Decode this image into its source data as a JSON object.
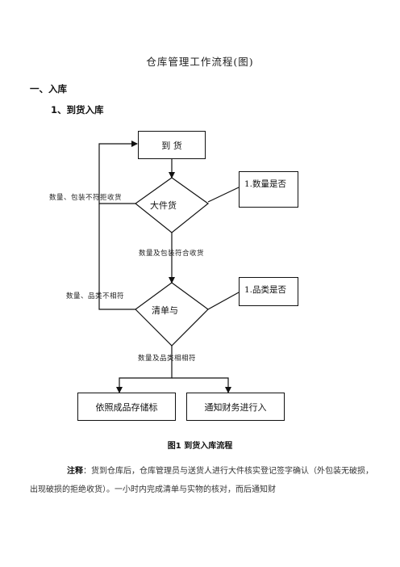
{
  "document": {
    "title": "仓库管理工作流程(图)",
    "section_1": "一、入库",
    "subsection_1": "1、到货入库"
  },
  "flowchart": {
    "start": "到 货",
    "decision_1": "大件货",
    "decision_2": "清单与",
    "note_1": "1.数量是否",
    "note_2": "1.品类是否",
    "edge_reject_1": "数量、包装不符拒收货",
    "edge_accept_1": "数量及包装符合收货",
    "edge_reject_2": "数量、品类不相符",
    "edge_accept_2": "数量及品类相相符",
    "end_left": "依照成品存储标",
    "end_right": "通知财务进行入"
  },
  "figure": {
    "caption": "图1 到货入库流程"
  },
  "note_paragraph": {
    "lead": "注释",
    "text": "：货到仓库后，仓库管理员与送货人进行大件核实登记签字确认（外包装无破损，出现破损的拒绝收货）。一小时内完成清单与实物的核对，而后通知财"
  }
}
